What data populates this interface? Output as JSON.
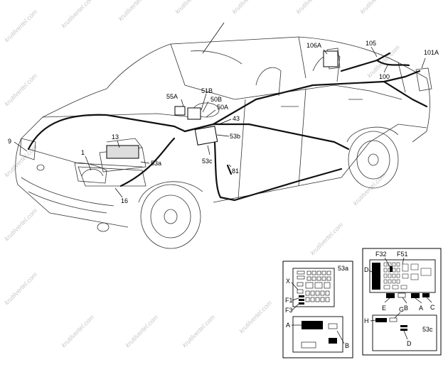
{
  "watermark": "krutilvertel.com",
  "callouts": {
    "c9": "9",
    "c1": "1",
    "c13": "13",
    "c16": "16",
    "c53a": "53a",
    "c55A": "55A",
    "c51B": "51B",
    "c50B": "50B",
    "c50A": "50A",
    "c43": "43",
    "c53b": "53b",
    "c53c": "53c",
    "c81": "81",
    "c106A": "106A",
    "c105": "105",
    "c100": "100",
    "c101A": "101A"
  },
  "inset_53a": {
    "title": "53a",
    "labels": {
      "X": "X",
      "F1": "F1",
      "F3": "F3",
      "A": "A",
      "B": "B"
    }
  },
  "inset_53b": {
    "title": "53b",
    "labels": {
      "F32": "F32",
      "F51": "F51",
      "D": "D",
      "E": "E",
      "B": "B",
      "A": "A",
      "C": "C"
    }
  },
  "inset_53c": {
    "title": "53c",
    "labels": {
      "H": "H",
      "G": "G",
      "D": "D"
    }
  }
}
